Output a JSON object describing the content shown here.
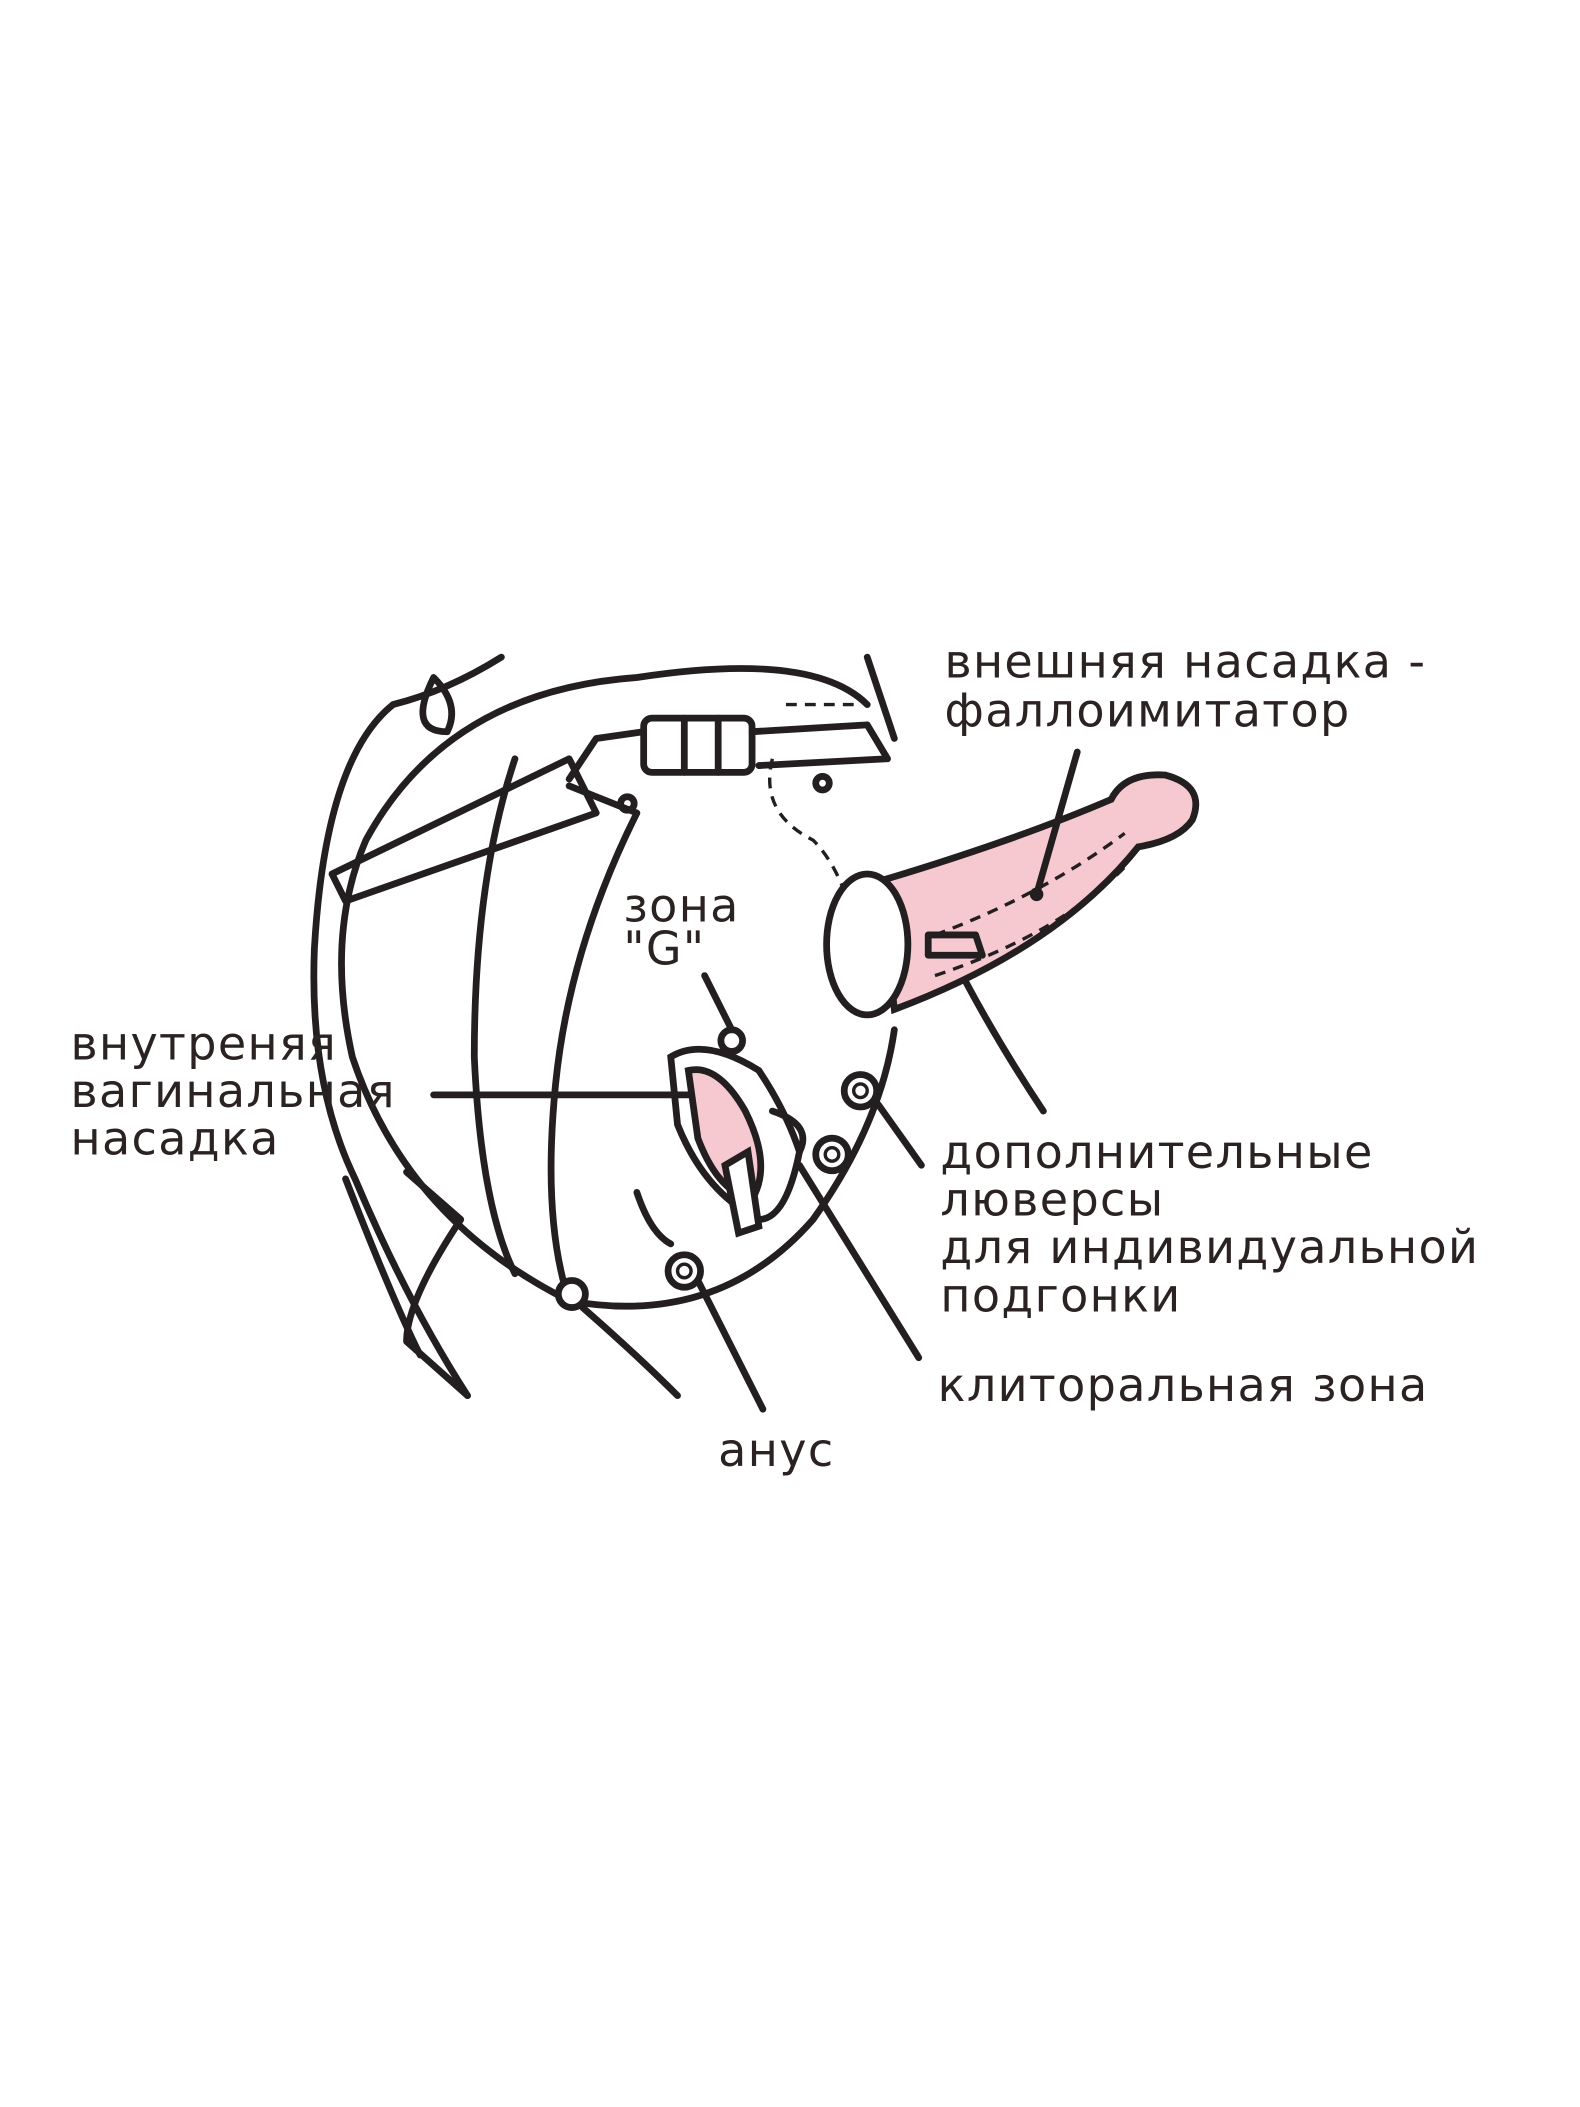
{
  "labels": {
    "external": [
      "внешняя насадка -",
      "фаллоимитатор"
    ],
    "g_zone": [
      "зона",
      "\"G\""
    ],
    "internal": [
      "внутреняя",
      "вагинальная",
      "насадка"
    ],
    "eyelets": [
      "дополнительные",
      "люверсы",
      "для индивидуальной",
      "подгонки"
    ],
    "clitoral": "клиторальная зона",
    "anus": "анус"
  },
  "colors": {
    "accent": "#f5c9cf",
    "line": "#231f20"
  }
}
